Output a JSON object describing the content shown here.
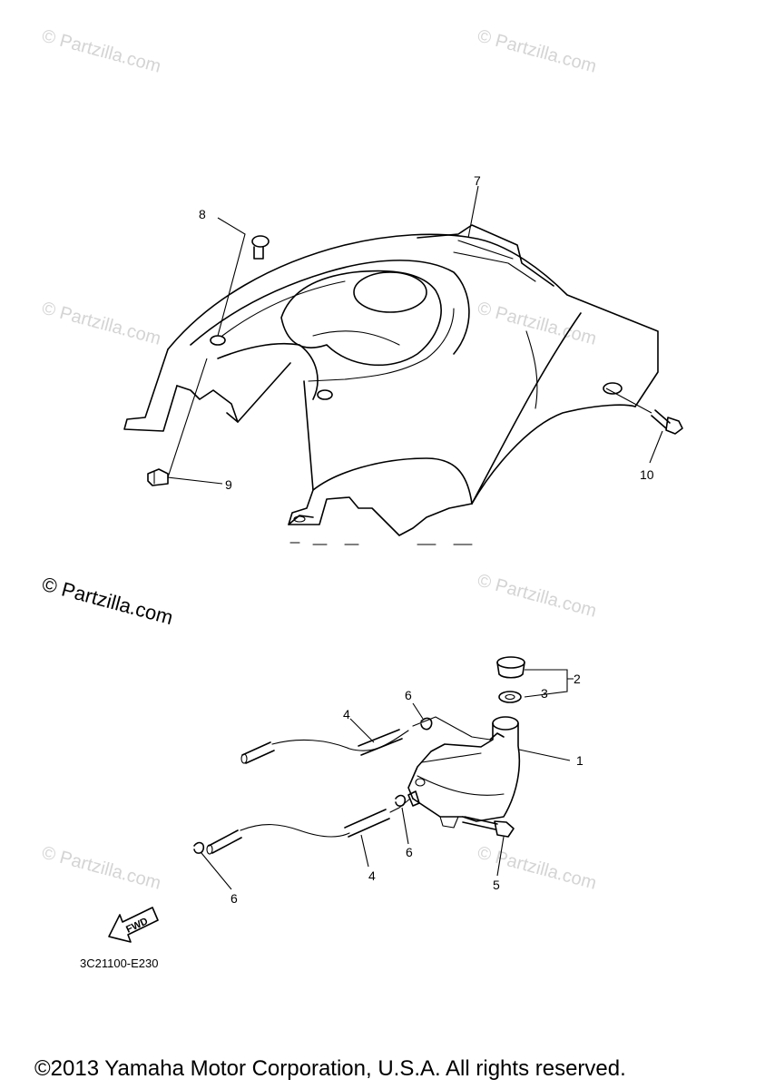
{
  "watermarks": {
    "faint_text": "© Partzilla.com",
    "main_text": "© Partzilla.com"
  },
  "callouts": {
    "c1": "1",
    "c2": "2",
    "c3": "3",
    "c4a": "4",
    "c4b": "4",
    "c5": "5",
    "c6a": "6",
    "c6b": "6",
    "c6c": "6",
    "c7": "7",
    "c8": "8",
    "c9": "9",
    "c10": "10"
  },
  "fwd_label": "FWD",
  "diagram_code": "3C21100-E230",
  "copyright": "©2013 Yamaha Motor Corporation, U.S.A. All rights reserved."
}
